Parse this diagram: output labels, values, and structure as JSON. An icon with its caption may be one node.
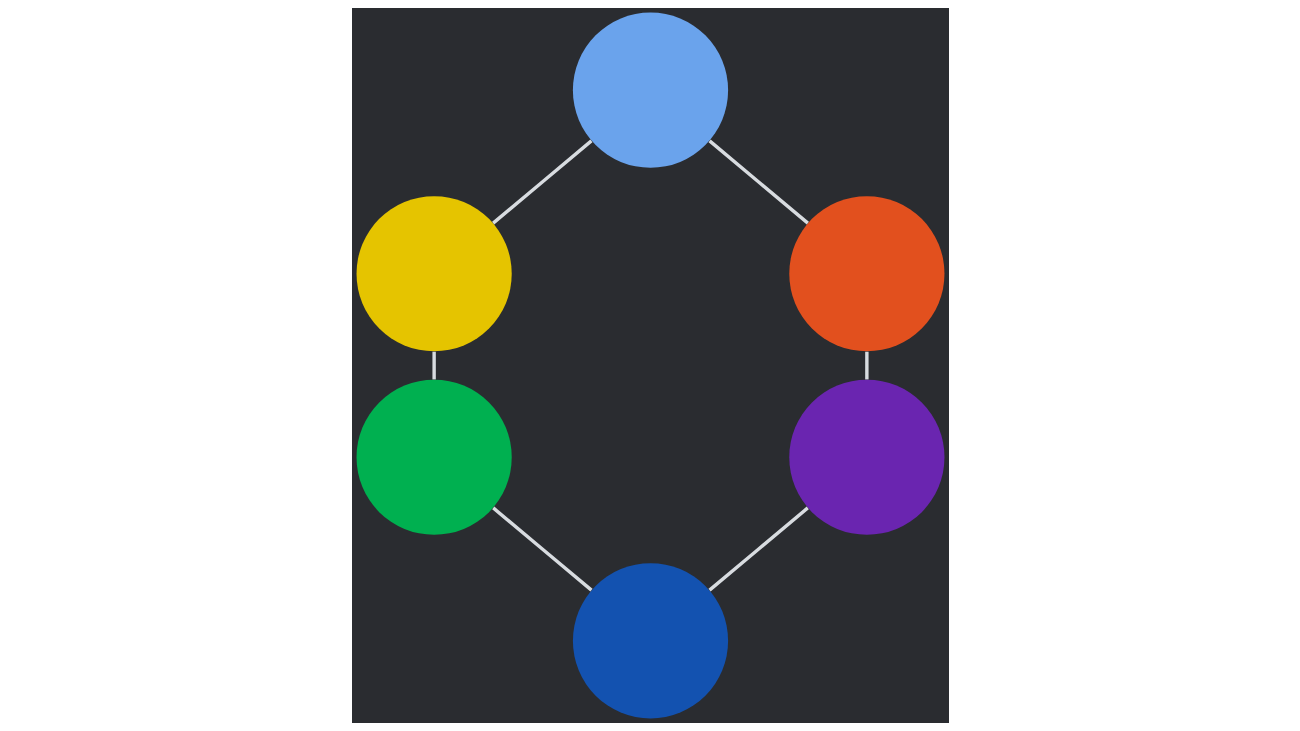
{
  "diagram": {
    "nodes": [
      {
        "text": [],
        "shape": "circle"
      },
      {
        "text": [],
        "shape": "circle"
      },
      {
        "text": [],
        "shape": "circle"
      },
      {
        "text": [],
        "shape": "circle"
      },
      {
        "text": [],
        "shape": "circle"
      },
      {
        "text": [],
        "shape": "circle"
      }
    ],
    "edges": [
      {
        "from": 0,
        "to": 2,
        "arrow": "none"
      },
      {
        "from": 2,
        "to": 4,
        "arrow": "none"
      },
      {
        "from": 4,
        "to": 5,
        "arrow": "none"
      },
      {
        "from": 5,
        "to": 3,
        "arrow": "none"
      },
      {
        "from": 3,
        "to": 1,
        "arrow": "none"
      },
      {
        "from": 1,
        "to": 0,
        "arrow": "none"
      }
    ]
  }
}
